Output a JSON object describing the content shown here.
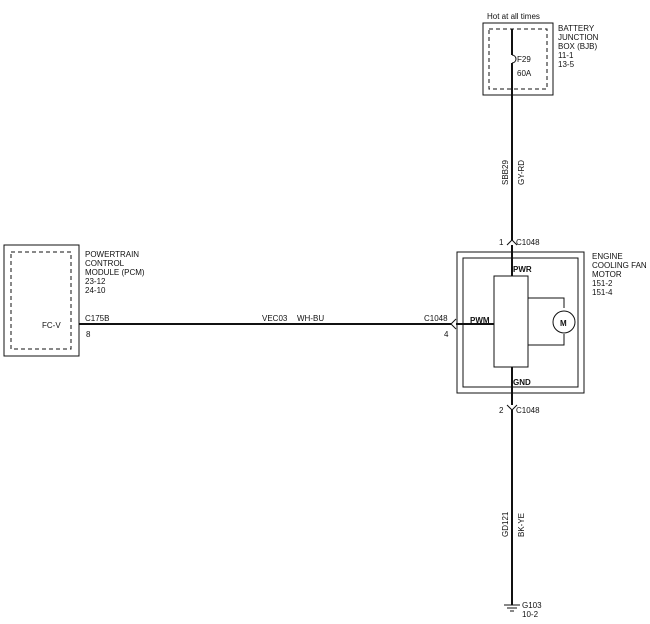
{
  "bjb": {
    "hot_label": "Hot at all times",
    "title_1": "BATTERY",
    "title_2": "JUNCTION",
    "title_3": "BOX (BJB)",
    "ref_1": "11-1",
    "ref_2": "13-5",
    "fuse_id": "F29",
    "fuse_rating": "60A"
  },
  "wires": {
    "top_circuit": "SBB29",
    "top_color": "GY-RD",
    "signal_circuit": "VEC03",
    "signal_color": "WH-BU",
    "ground_circuit": "GD121",
    "ground_color": "BK-YE"
  },
  "pcm": {
    "title_1": "POWERTRAIN",
    "title_2": "CONTROL",
    "title_3": "MODULE (PCM)",
    "ref_1": "23-12",
    "ref_2": "24-10",
    "pin_name": "FC-V",
    "connector": "C175B",
    "pin_number": "8"
  },
  "motor": {
    "title_1": "ENGINE",
    "title_2": "COOLING FAN",
    "title_3": "MOTOR",
    "ref_1": "151-2",
    "ref_2": "151-4",
    "pwr_label": "PWR",
    "pwm_label": "PWM",
    "gnd_label": "GND",
    "motor_symbol": "M",
    "top_connector": "C1048",
    "top_pin": "1",
    "side_connector": "C1048",
    "side_pin": "4",
    "bottom_connector": "C1048",
    "bottom_pin": "2"
  },
  "ground": {
    "id": "G103",
    "ref": "10-2"
  }
}
